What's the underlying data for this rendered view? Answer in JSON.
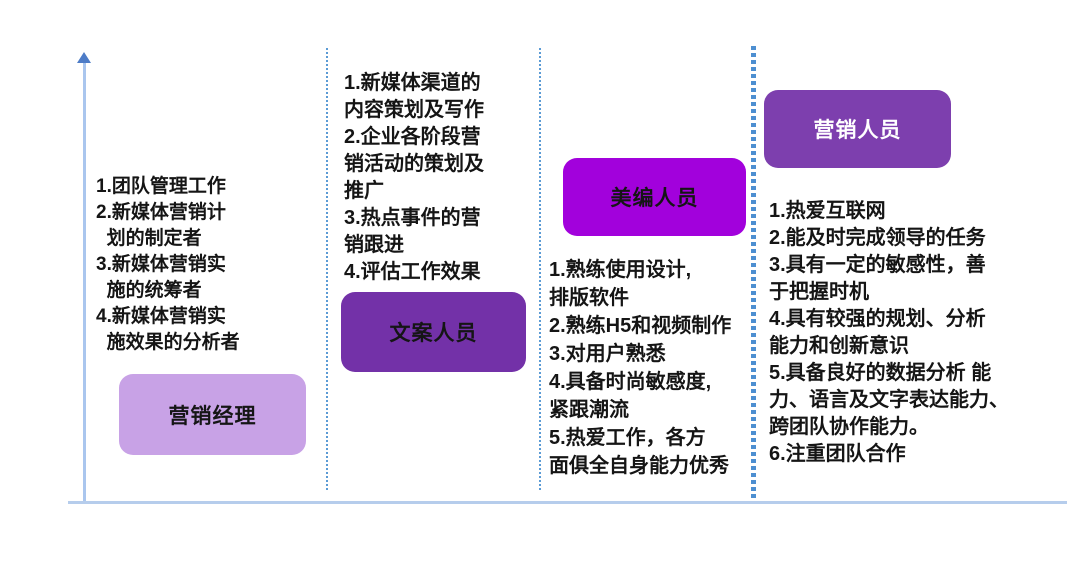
{
  "diagram": {
    "axis": {
      "line_color": "#aac6ee",
      "arrow_color": "#4d7cc7",
      "baseline_color": "#b6cdec"
    },
    "divider_color": "#5b9bd5"
  },
  "columns": [
    {
      "role_label": "营销经理",
      "box_color": "#c8a2e6",
      "box_text_color": "#151515",
      "duties": [
        "1.团队管理工作",
        "2.新媒体营销计",
        "  划的制定者",
        "3.新媒体营销实",
        "  施的统筹者",
        "4.新媒体营销实",
        "  施效果的分析者"
      ]
    },
    {
      "role_label": "文案人员",
      "box_color": "#7331a8",
      "box_text_color": "#151515",
      "duties": [
        "1.新媒体渠道的",
        "内容策划及写作",
        "2.企业各阶段营",
        "销活动的策划及",
        "推广",
        "3.热点事件的营",
        "销跟进",
        "4.评估工作效果"
      ]
    },
    {
      "role_label": "美编人员",
      "box_color": "#a201dc",
      "box_text_color": "#151515",
      "duties": [
        "1.熟练使用设计,",
        "排版软件",
        "2.熟练H5和视频制作",
        "3.对用户熟悉",
        "4.具备时尚敏感度,",
        "紧跟潮流",
        "5.热爱工作，各方",
        "面俱全自身能力优秀"
      ]
    },
    {
      "role_label": "营销人员",
      "box_color": "#7d3fae",
      "box_text_color": "#ffffff",
      "duties": [
        "1.热爱互联网",
        "2.能及时完成领导的任务",
        "3.具有一定的敏感性，善",
        "于把握时机",
        "4.具有较强的规划、分析",
        "能力和创新意识",
        "5.具备良好的数据分析 能",
        "力、语言及文字表达能力、",
        "跨团队协作能力。",
        "6.注重团队合作"
      ]
    }
  ]
}
